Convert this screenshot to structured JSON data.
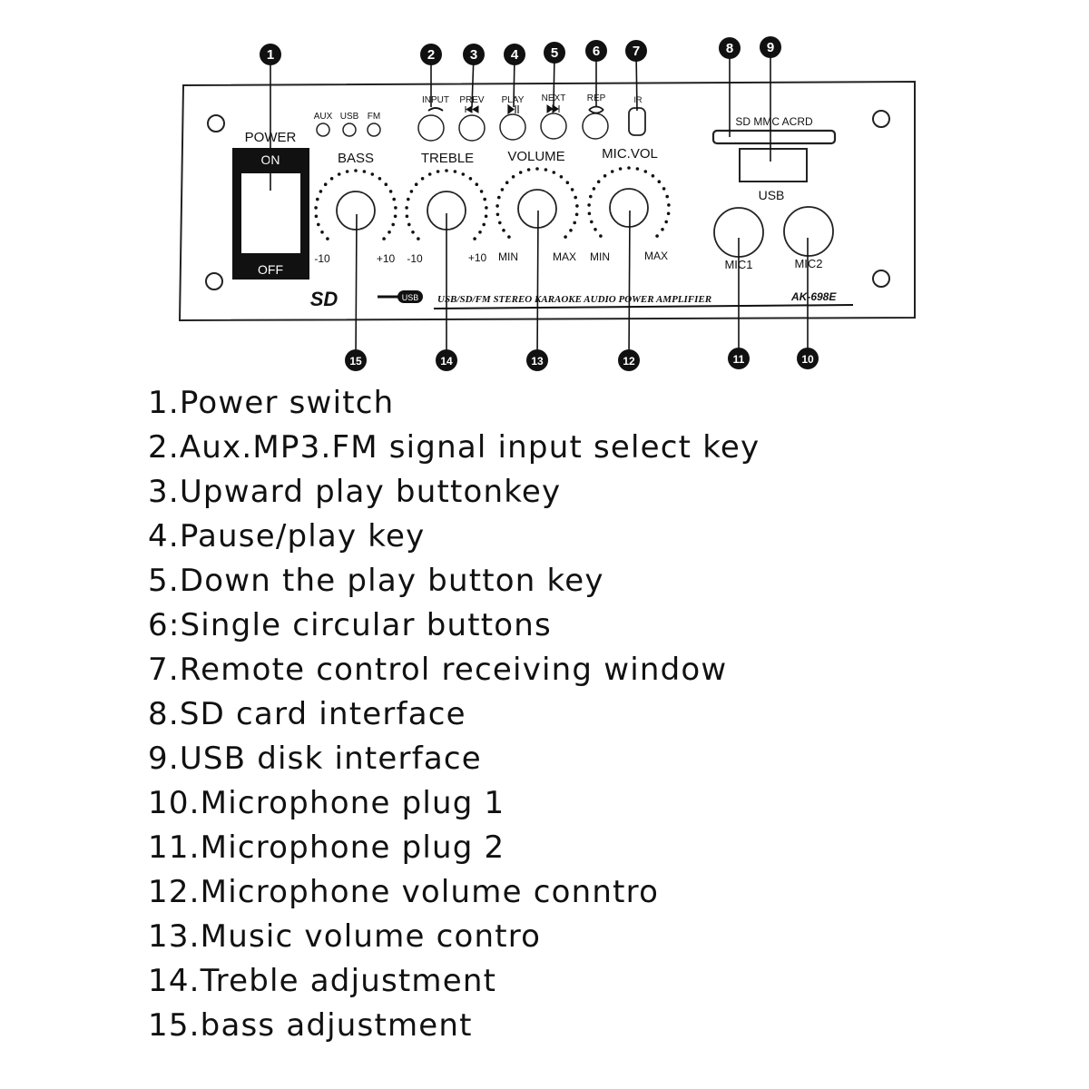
{
  "panel": {
    "power_label": "POWER",
    "on_label": "ON",
    "off_label": "OFF",
    "source_labels": [
      "AUX",
      "USB",
      "FM"
    ],
    "button_labels": [
      "INPUT",
      "PREV",
      "PLAY",
      "NEXT",
      "REP"
    ],
    "ir_label": "IR",
    "knobs": [
      {
        "label": "BASS",
        "min": "-10",
        "max": "+10"
      },
      {
        "label": "TREBLE",
        "min": "-10",
        "max": "+10"
      },
      {
        "label": "VOLUME",
        "min": "MIN",
        "max": "MAX"
      },
      {
        "label": "MIC.VOL",
        "min": "MIN",
        "max": "MAX"
      }
    ],
    "sd_slot_label": "SD MMC ACRD",
    "usb_label": "USB",
    "mic_labels": [
      "MIC1",
      "MIC2"
    ],
    "bottom_label": "USB/SD/FM STEREO KARAOKE AUDIO POWER AMPLIFIER",
    "model": "AK-698E",
    "sd_logo": "SD",
    "usb_logo": "USB"
  },
  "callouts": [
    "1",
    "2",
    "3",
    "4",
    "5",
    "6",
    "7",
    "8",
    "9",
    "10",
    "11",
    "12",
    "13",
    "14",
    "15"
  ],
  "legend": [
    "1.Power switch",
    "2.Aux.MP3.FM signal input select key",
    "3.Upward play buttonkey",
    "4.Pause/play key",
    "5.Down the play button key",
    "6:Single circular buttons",
    "7.Remote control receiving window",
    "8.SD card interface",
    "9.USB disk interface",
    "10.Microphone plug 1",
    "11.Microphone plug 2",
    "12.Microphone volume conntro",
    "13.Music volume contro",
    "14.Treble adjustment",
    "15.bass adjustment"
  ]
}
